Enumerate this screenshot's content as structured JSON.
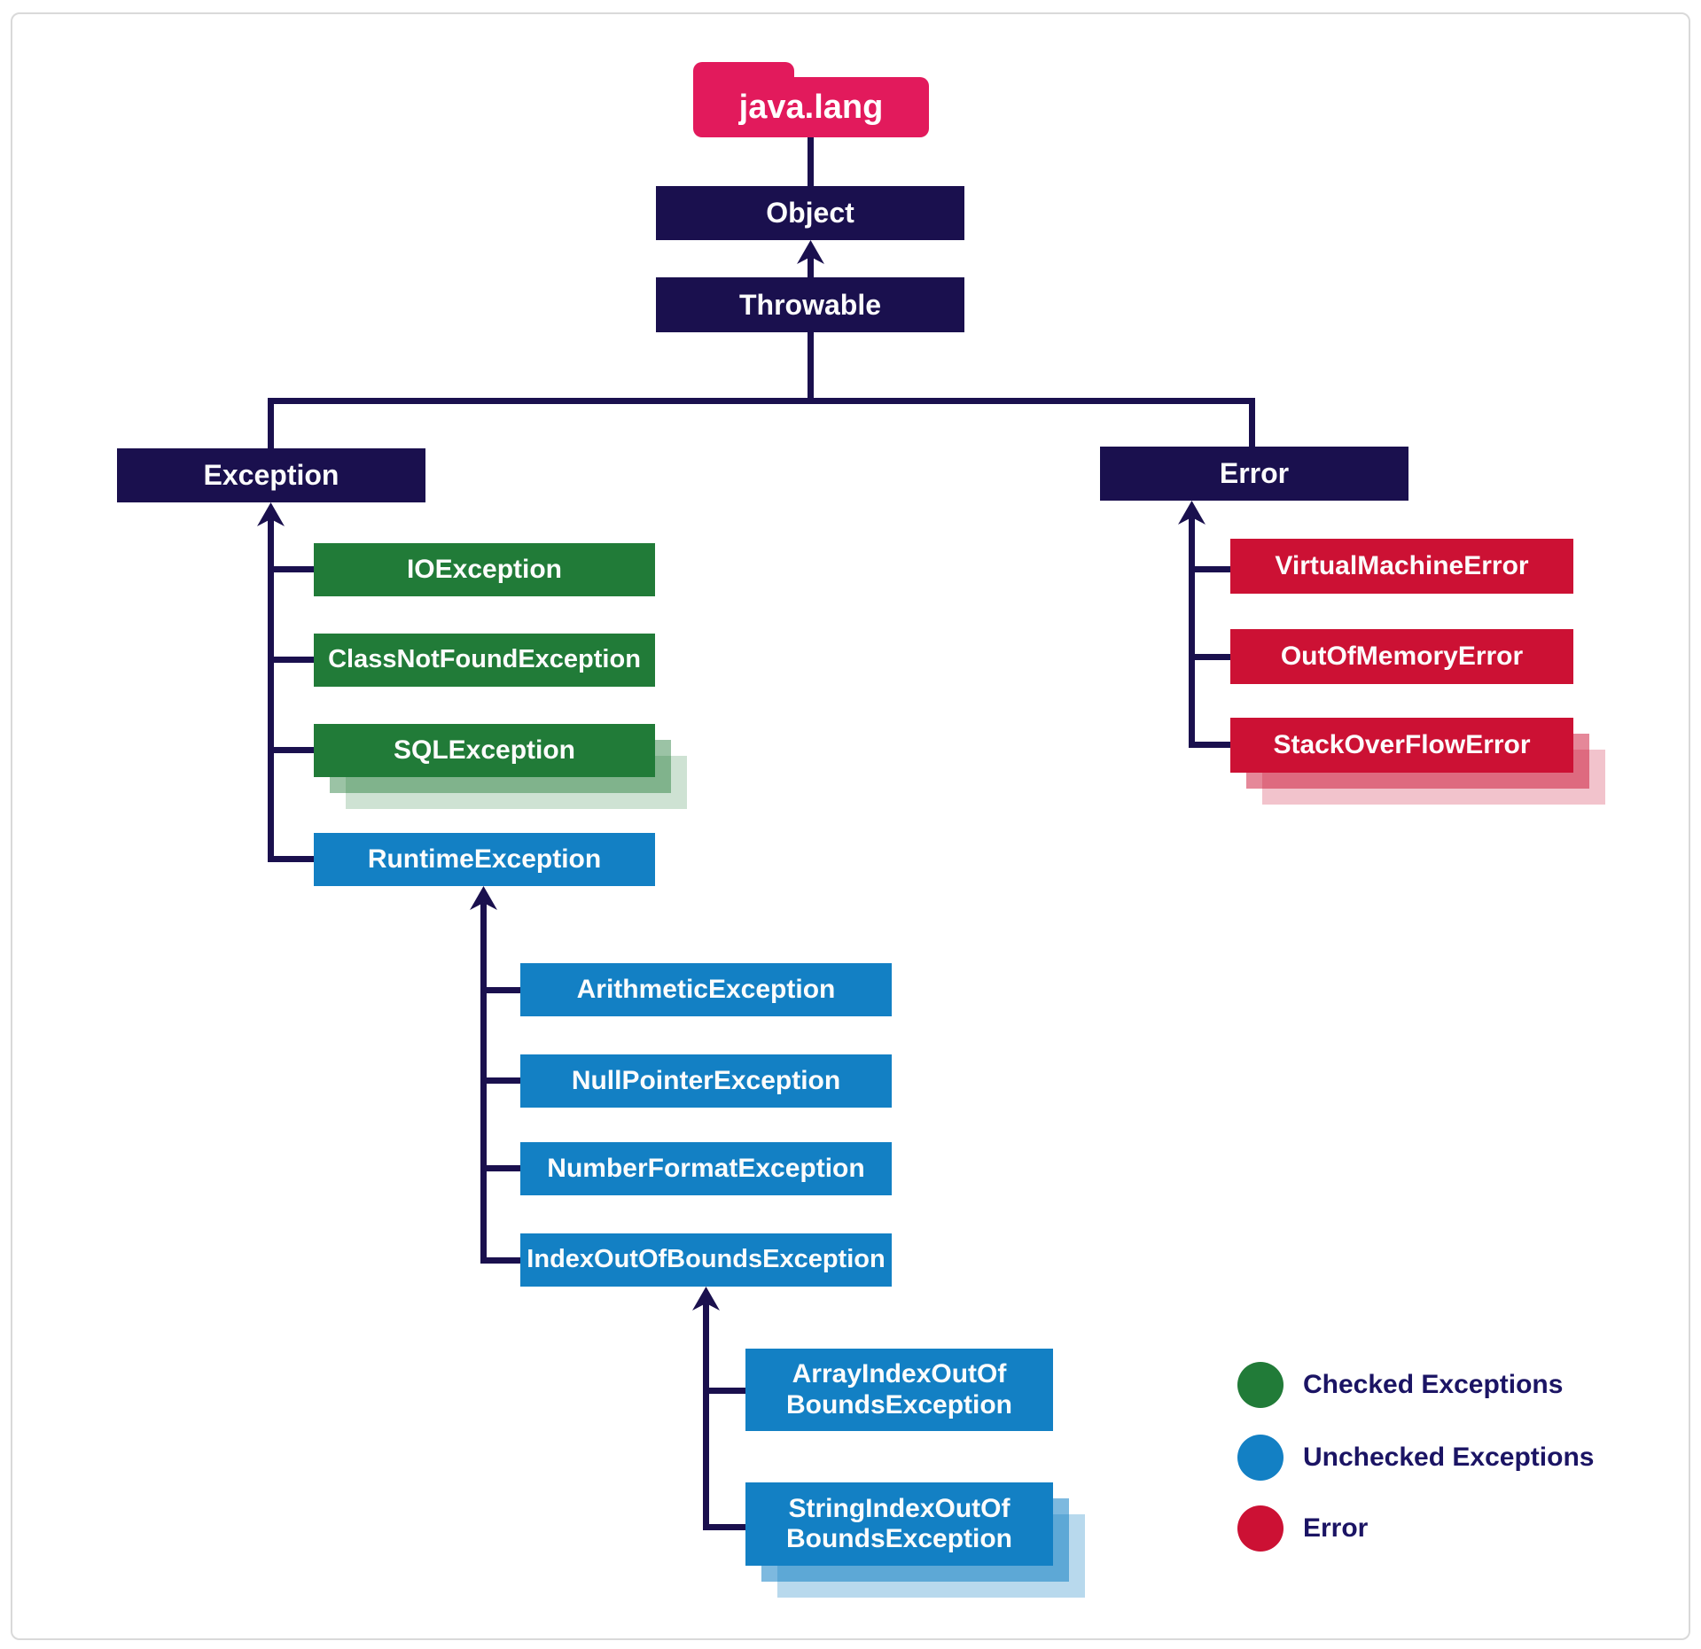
{
  "package_label": "java.lang",
  "nodes": {
    "object": "Object",
    "throwable": "Throwable",
    "exception": "Exception",
    "error": "Error",
    "io_exception": "IOException",
    "class_not_found_exception": "ClassNotFoundException",
    "sql_exception": "SQLException",
    "runtime_exception": "RuntimeException",
    "arithmetic_exception": "ArithmeticException",
    "null_pointer_exception": "NullPointerException",
    "number_format_exception": "NumberFormatException",
    "index_out_of_bounds_exception": "IndexOutOfBoundsException",
    "array_index_line1": "ArrayIndexOutOf",
    "array_index_line2": "BoundsException",
    "string_index_line1": "StringIndexOutOf",
    "string_index_line2": "BoundsException",
    "virtual_machine_error": "VirtualMachineError",
    "out_of_memory_error": "OutOfMemoryError",
    "stack_overflow_error": "StackOverFlowError"
  },
  "legend": {
    "items": [
      {
        "label": "Checked Exceptions",
        "color": "#217B38"
      },
      {
        "label": "Unchecked Exceptions",
        "color": "#1380C4"
      },
      {
        "label": "Error",
        "color": "#CC1134"
      }
    ]
  },
  "colors": {
    "package": "#E21A5C",
    "base_class": "#1A104E",
    "checked_exception": "#217B38",
    "unchecked_exception": "#1380C4",
    "error": "#CC1134",
    "connector": "#1A104E",
    "legend_text": "#1B1464"
  }
}
